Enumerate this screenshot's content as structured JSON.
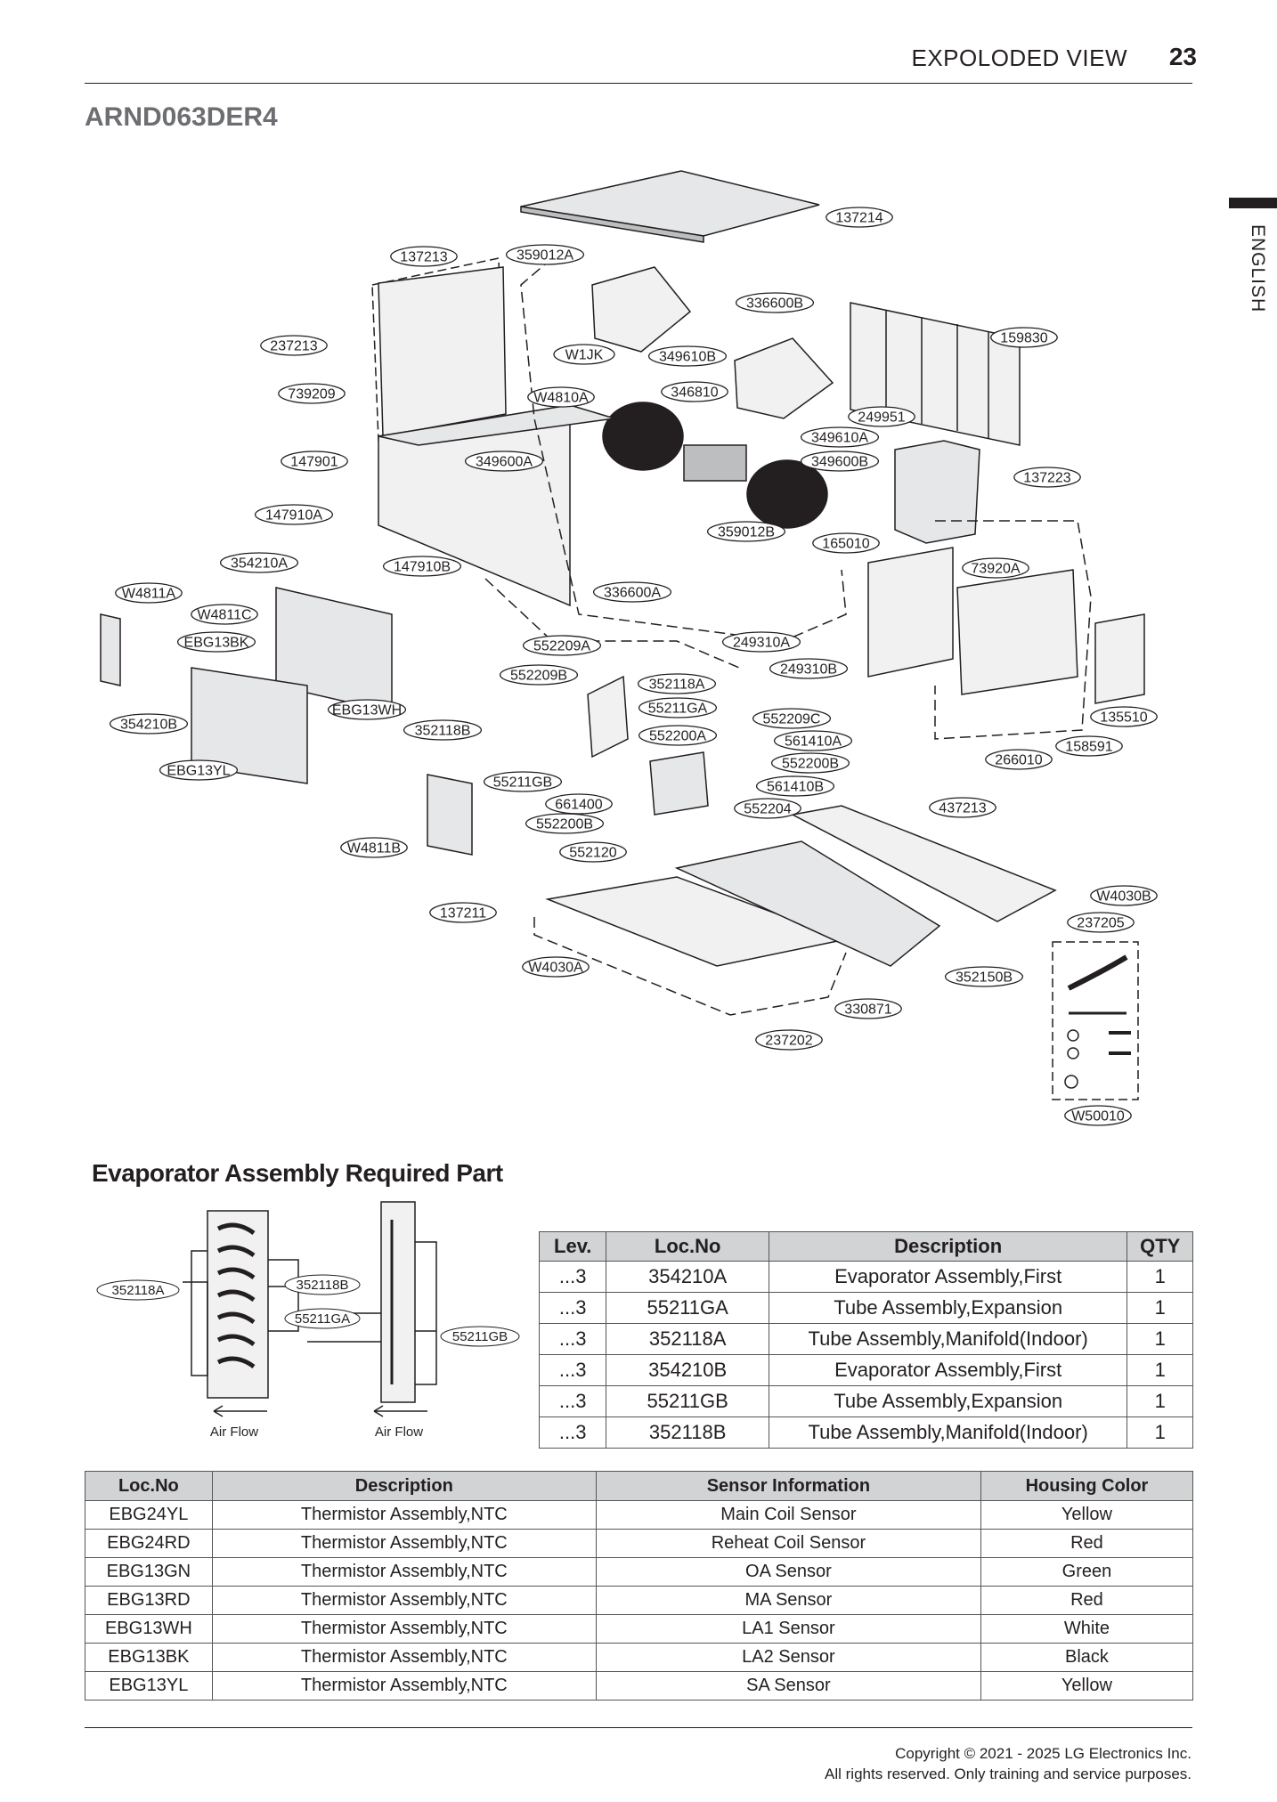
{
  "header": {
    "title": "EXPOLODED VIEW",
    "page_number": "23",
    "side_tab": "ENGLISH"
  },
  "model": "ARND063DER4",
  "callouts": [
    "137214",
    "137213",
    "359012A",
    "336600B",
    "237213",
    "W1JK",
    "349610B",
    "159830",
    "739209",
    "W4810A",
    "346810",
    "249951",
    "349610A",
    "147901",
    "349600A",
    "349600B",
    "137223",
    "147910A",
    "359012B",
    "165010",
    "354210A",
    "147910B",
    "336600A",
    "73920A",
    "W4811A",
    "W4811C",
    "EBG13BK",
    "552209A",
    "249310A",
    "249310B",
    "552209B",
    "352118A",
    "55211GA",
    "354210B",
    "EBG13WH",
    "352118B",
    "552209C",
    "552200A",
    "561410A",
    "135510",
    "552200B",
    "EBG13YL",
    "266010",
    "158591",
    "55211GB",
    "561410B",
    "661400",
    "552204",
    "437213",
    "552200B",
    "W4811B",
    "552120",
    "W4030B",
    "137211",
    "237205",
    "W4030A",
    "352150B",
    "330871",
    "237202",
    "W50010"
  ],
  "section_title": "Evaporator Assembly Required Part",
  "mini_diagram": {
    "left_label": "352118A",
    "mid_labels": [
      "352118B",
      "55211GA"
    ],
    "right_label": "55211GB",
    "airflow": "Air Flow"
  },
  "parts_table": {
    "headers": [
      "Lev.",
      "Loc.No",
      "Description",
      "QTY"
    ],
    "rows": [
      [
        "...3",
        "354210A",
        "Evaporator Assembly,First",
        "1"
      ],
      [
        "...3",
        "55211GA",
        "Tube Assembly,Expansion",
        "1"
      ],
      [
        "...3",
        "352118A",
        "Tube Assembly,Manifold(Indoor)",
        "1"
      ],
      [
        "...3",
        "354210B",
        "Evaporator Assembly,First",
        "1"
      ],
      [
        "...3",
        "55211GB",
        "Tube Assembly,Expansion",
        "1"
      ],
      [
        "...3",
        "352118B",
        "Tube Assembly,Manifold(Indoor)",
        "1"
      ]
    ]
  },
  "sensor_table": {
    "headers": [
      "Loc.No",
      "Description",
      "Sensor Information",
      "Housing Color"
    ],
    "rows": [
      [
        "EBG24YL",
        "Thermistor Assembly,NTC",
        "Main Coil Sensor",
        "Yellow"
      ],
      [
        "EBG24RD",
        "Thermistor Assembly,NTC",
        "Reheat Coil Sensor",
        "Red"
      ],
      [
        "EBG13GN",
        "Thermistor Assembly,NTC",
        "OA Sensor",
        "Green"
      ],
      [
        "EBG13RD",
        "Thermistor Assembly,NTC",
        "MA Sensor",
        "Red"
      ],
      [
        "EBG13WH",
        "Thermistor Assembly,NTC",
        "LA1 Sensor",
        "White"
      ],
      [
        "EBG13BK",
        "Thermistor Assembly,NTC",
        "LA2 Sensor",
        "Black"
      ],
      [
        "EBG13YL",
        "Thermistor Assembly,NTC",
        "SA Sensor",
        "Yellow"
      ]
    ]
  },
  "footer": {
    "line1": "Copyright © 2021 - 2025 LG Electronics Inc.",
    "line2": "All rights reserved. Only training and service purposes."
  }
}
